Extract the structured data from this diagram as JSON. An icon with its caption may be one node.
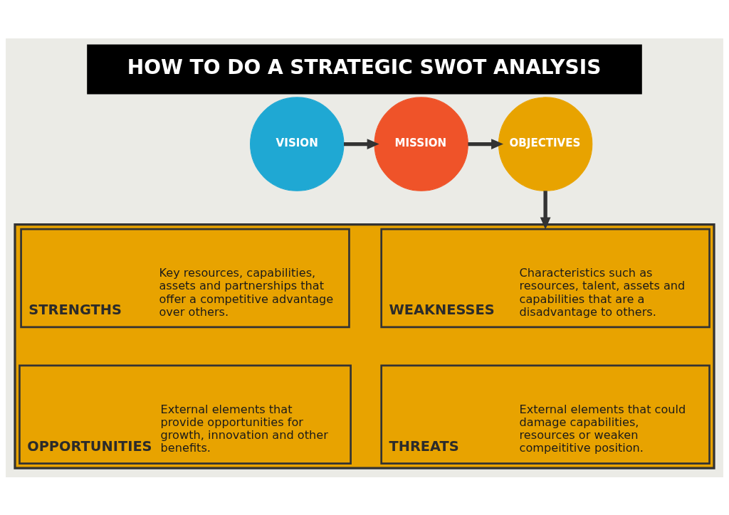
{
  "diagram": {
    "title": "HOW TO DO A STRATEGIC SWOT ANALYSIS",
    "nodes": [
      {
        "text": [
          "VISION"
        ]
      },
      {
        "text": [
          "MISSION"
        ]
      },
      {
        "text": [
          "OBJECTIVES"
        ]
      },
      {
        "text": [],
        "shape": "box"
      },
      {
        "text": [
          "STRENGTHS",
          "Key resources, capabilities, assets and partnerships that offer a competitive advantage over others."
        ],
        "in": 3
      },
      {
        "text": [
          "WEAKNESSES",
          "Characteristics such as resources, talent, assets and capabilities that are a disadvantage to others."
        ],
        "in": 3
      },
      {
        "text": [
          "OPPORTUNITIES",
          "External elements that provide opportunities for growth, innovation and other benefits."
        ],
        "in": 3
      },
      {
        "text": [
          "THREATS",
          "External elements that could damage capabilities, resources or weaken compeititive position."
        ],
        "in": 3
      }
    ],
    "edges": [
      {
        "from": 0,
        "to": 1,
        "arrow": "to"
      },
      {
        "from": 1,
        "to": 2,
        "arrow": "to"
      },
      {
        "from": 2,
        "to": 3,
        "arrow": "to"
      }
    ]
  }
}
